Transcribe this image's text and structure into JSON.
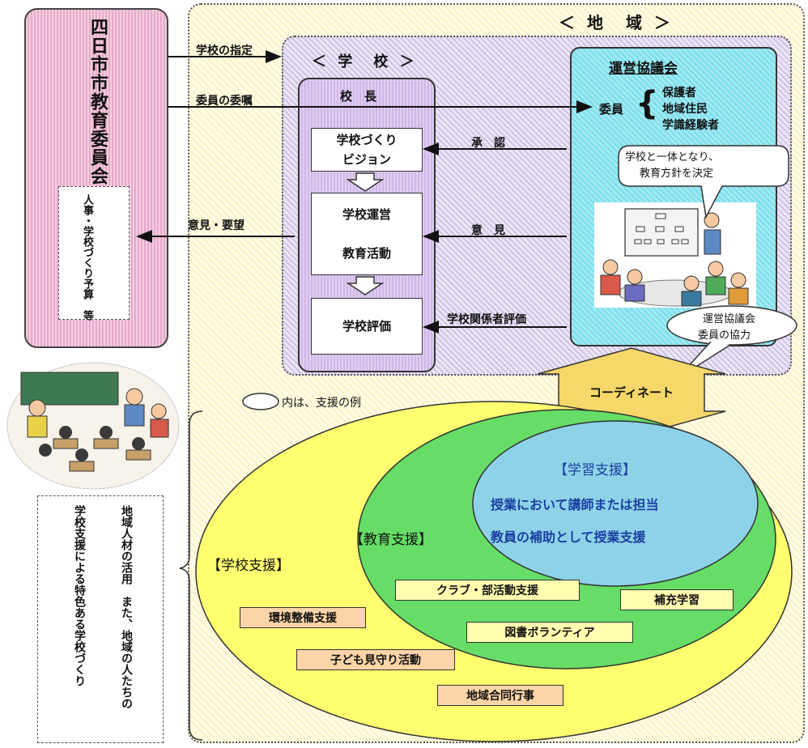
{
  "board": {
    "title": "四日市市教育委員会",
    "inner": "人事・学校づくり予算　等"
  },
  "region": {
    "title": "＜ 地　域 ＞"
  },
  "school": {
    "title": "＜ 学　校 ＞"
  },
  "principal": {
    "title": "校　長"
  },
  "boxes": {
    "vision": [
      "学校づくり",
      "ビジョン"
    ],
    "operation": [
      "学校運営",
      "教育活動"
    ],
    "evaluation": "学校評価"
  },
  "arrows": {
    "designation": "学校の指定",
    "commission": "委員の委嘱",
    "approval": "承　認",
    "opinion": "意　見",
    "stakeholder_eval": "学校関係者評価",
    "opinion_request": "意見・要望"
  },
  "council": {
    "title": "運営協議会",
    "members_label": "委員",
    "members": [
      "保護者",
      "地域住民",
      "学識経験者"
    ],
    "bubble1": [
      "学校と一体となり、",
      "教育方針を決定"
    ],
    "bubble2": [
      "運営協議会",
      "委員の協力"
    ]
  },
  "coordinate": "コーディネート",
  "legend": "内は、支援の例",
  "left_note": [
    "地域人材の活用　また、地域の人たちの",
    "学校支援による特色ある学校づくり"
  ],
  "support": {
    "school": "【学校支援】",
    "education": "【教育支援】",
    "learning": "【学習支援】",
    "learning_text": [
      "授業において講師または担当",
      "教員の補助として授業支援"
    ],
    "items": {
      "club": "クラブ・部活動支援",
      "supplementary": "補充学習",
      "environment": "環境整備支援",
      "library": "図書ボランティア",
      "watch": "子ども見守り活動",
      "joint": "地域合同行事"
    }
  },
  "colors": {
    "board": "#e8a8c8",
    "council": "#7fe0ec",
    "outer_ellipse": "#ffff70",
    "middle_ellipse": "#66dd66",
    "inner_ellipse": "#8ed2e8",
    "accent_text": "#1a3fa0"
  }
}
